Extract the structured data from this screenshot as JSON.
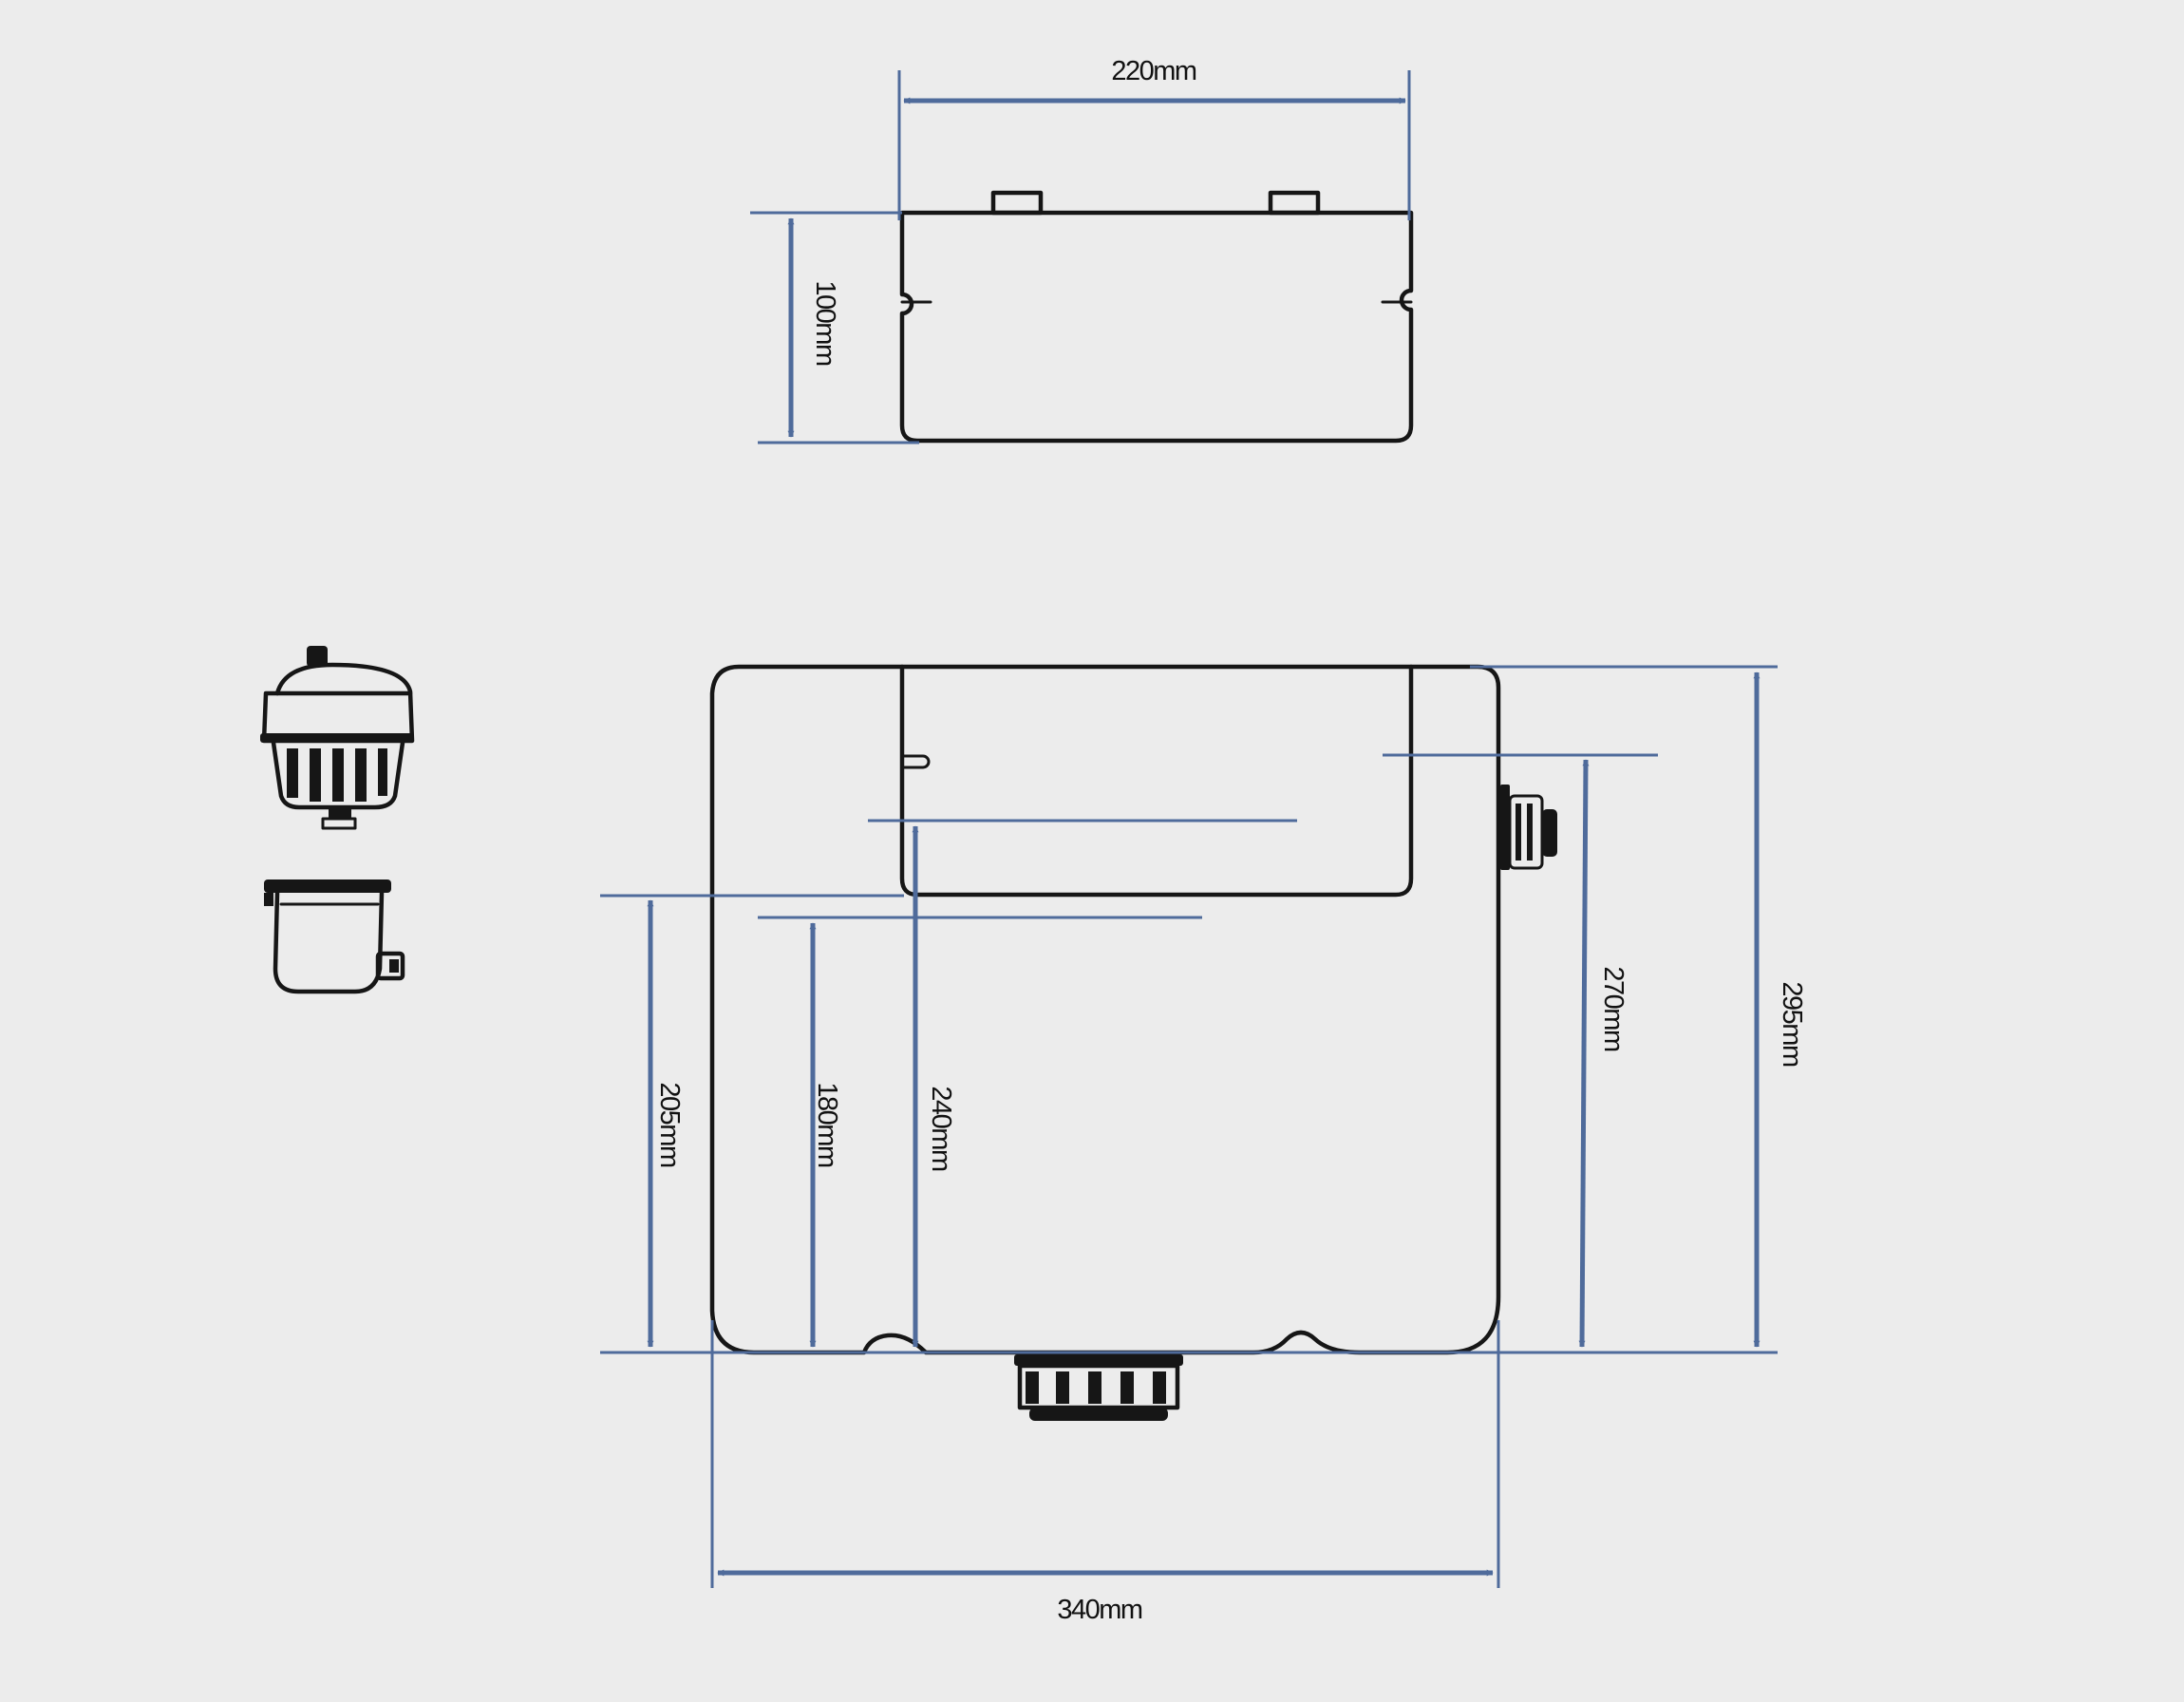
{
  "colors": {
    "background": "#ececec",
    "outline": "#161616",
    "dimension": "#4f6b9b"
  },
  "dimensions": {
    "top_width": "220mm",
    "top_depth": "100mm",
    "front_width": "340mm",
    "front_height": "295mm",
    "inlet_height": "270mm",
    "overflow_height": "240mm",
    "water_level_min": "180mm",
    "water_level_max": "205mm"
  }
}
